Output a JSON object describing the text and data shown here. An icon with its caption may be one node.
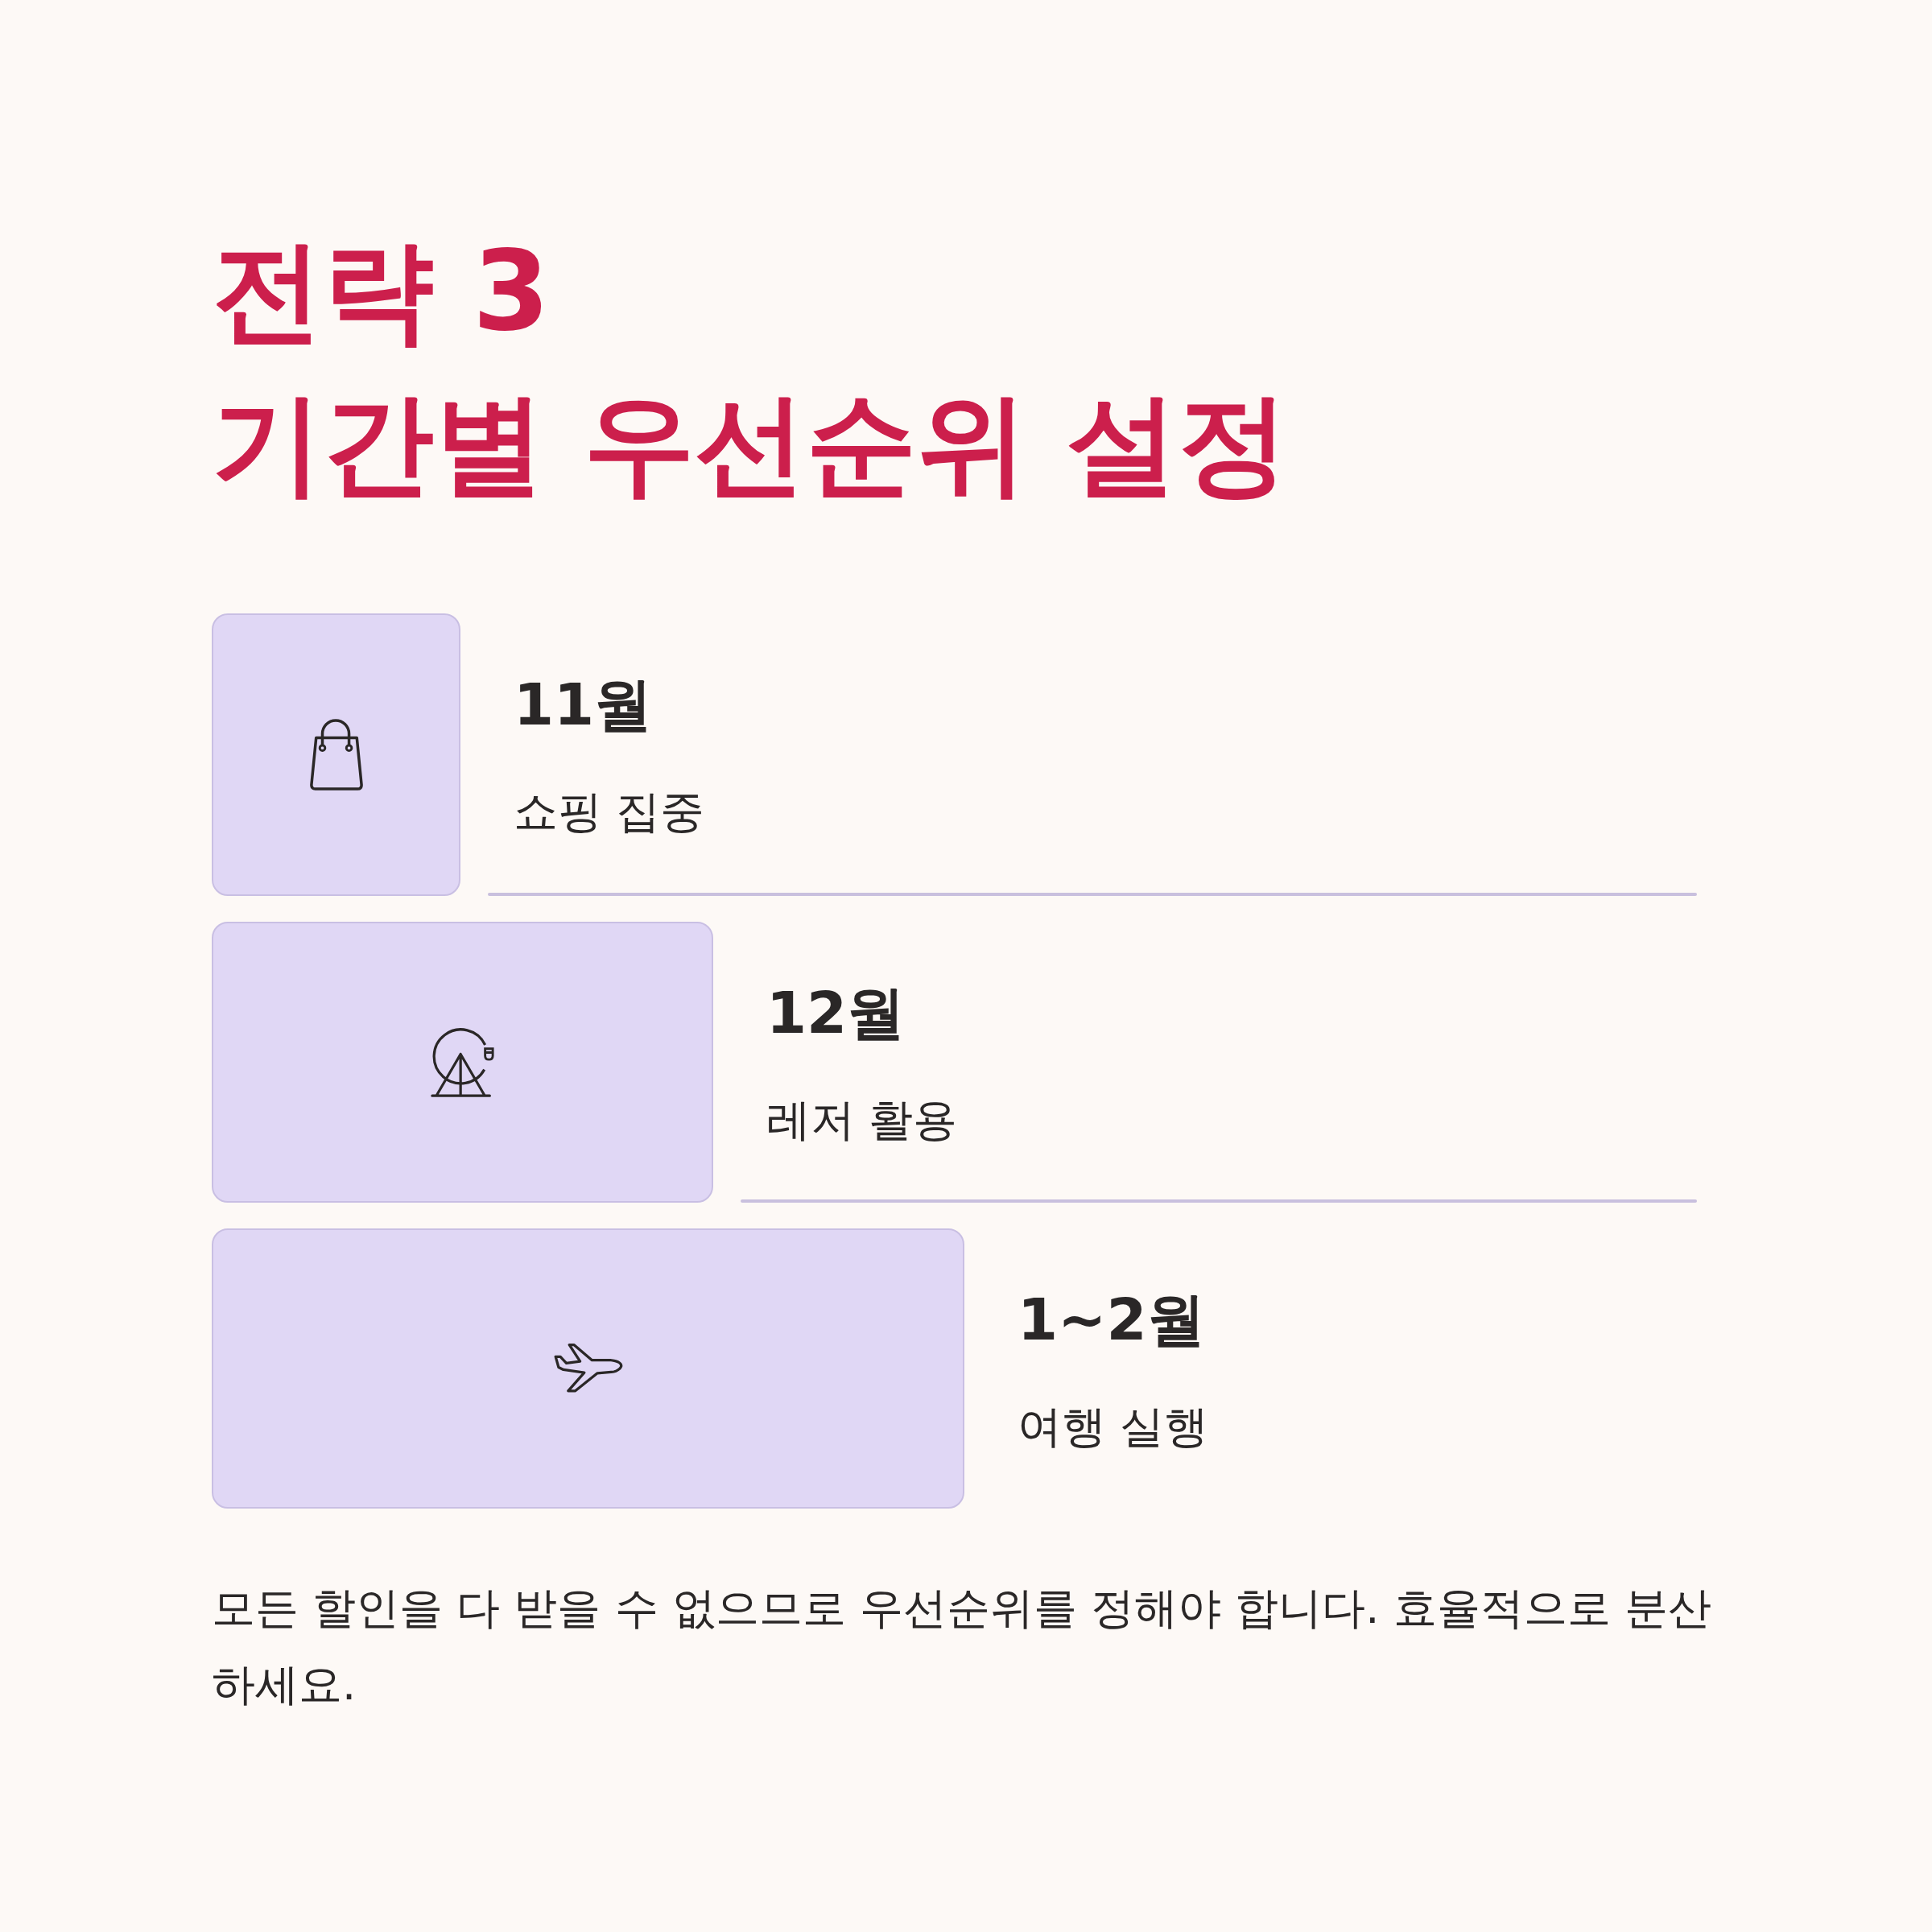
{
  "diagram": {
    "title": "전략 3",
    "nodes": [
      {
        "text": [],
        "shape": "box",
        "beside": [
          "11월",
          "쇼핑 집중"
        ]
      },
      {
        "text": [],
        "shape": "box",
        "beside": [
          "12월",
          "레저 활용"
        ]
      },
      {
        "text": [],
        "shape": "box",
        "beside": [
          "1~2월",
          "여행 실행"
        ]
      }
    ],
    "labels": [
      "기간별 우선순위 설정"
    ],
    "caption": "모든 할인을 다 받을 수 없으므로 우선순위를 정해야 합니다. 효율적으로 분산하세요."
  }
}
